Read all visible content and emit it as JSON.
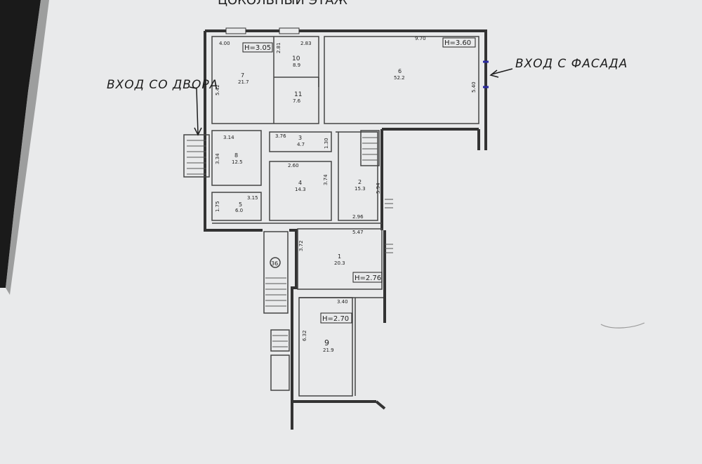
{
  "title_fragment": "ЦОКОЛЬНЫЙ ЭТАЖ",
  "annotations": {
    "entrance_yard": "ВХОД СО ДВОРА",
    "entrance_facade": "ВХОД С ФАСАДА"
  },
  "rooms": [
    {
      "num": "7",
      "area": "21.7"
    },
    {
      "num": "10",
      "area": "8.9"
    },
    {
      "num": "11",
      "area": "7.6"
    },
    {
      "num": "6",
      "area": "52.2"
    },
    {
      "num": "8",
      "area": "12.5"
    },
    {
      "num": "3",
      "area": "4.7"
    },
    {
      "num": "4",
      "area": "14.3"
    },
    {
      "num": "2",
      "area": "15.3"
    },
    {
      "num": "5",
      "area": "6.0"
    },
    {
      "num": "1",
      "area": "20.3"
    },
    {
      "num": "9",
      "area": "21.9"
    }
  ],
  "heights": [
    "H=3.05",
    "H=3.60",
    "H=2.76",
    "H=2.70"
  ],
  "dimensions": [
    "4.00",
    "2.81",
    "2.83",
    "5.42",
    "9.70",
    "5.40",
    "3.14",
    "3.76",
    "1.30",
    "3.34",
    "2.60",
    "3.74",
    "5.94",
    "3.15",
    "1.75",
    "2.96",
    "5.47",
    "3.72",
    "3.40",
    "6.32"
  ],
  "stair_mark": "36"
}
